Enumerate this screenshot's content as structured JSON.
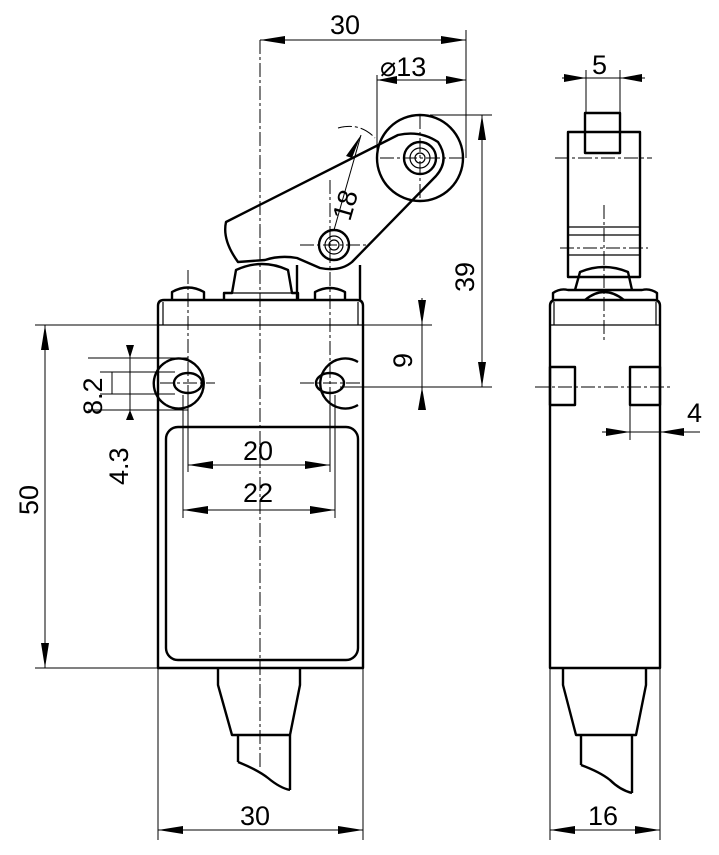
{
  "drawing": {
    "front_view": {
      "dim_width_top": "30",
      "dim_roller_diameter": "⌀13",
      "dim_lever_length": "18",
      "dim_height_roller": "39",
      "dim_hole_offset": "9",
      "dim_body_height": "50",
      "dim_slot_length": "8.2",
      "dim_slot_width": "4.3",
      "dim_hole_spacing_min": "20",
      "dim_hole_spacing_max": "22",
      "dim_width_bottom": "30"
    },
    "side_view": {
      "dim_roller_width": "5",
      "dim_notch_depth": "4",
      "dim_body_depth": "16"
    }
  }
}
